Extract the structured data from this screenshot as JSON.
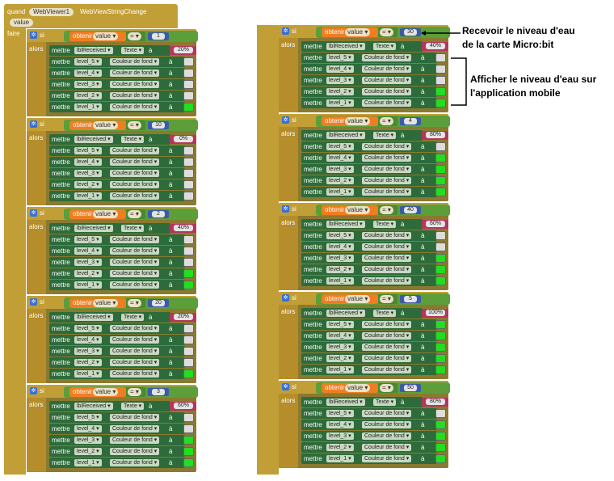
{
  "event": {
    "when": "quand",
    "component": "WebViewer1",
    "event_name": "WebViewStringChange",
    "param": "value",
    "do": "faire"
  },
  "labels": {
    "if": "si",
    "then": "alors",
    "set": "mettre",
    "get": "obtenir",
    "param": "value",
    "eq": "=",
    "to": "à",
    "text_prop": "Texte",
    "bg_prop": "Couleur de fond",
    "lbl": "lblReceived"
  },
  "levels": [
    "level_5",
    "level_4",
    "level_3",
    "level_2",
    "level_1"
  ],
  "colors": {
    "off": "#dddddd",
    "on": "#22dd22"
  },
  "blocks": [
    {
      "value": "1",
      "text": "20%",
      "leds": [
        0,
        0,
        0,
        0,
        1
      ]
    },
    {
      "value": "10",
      "text": "0%",
      "leds": [
        0,
        0,
        0,
        0,
        0
      ]
    },
    {
      "value": "2",
      "text": "40%",
      "leds": [
        0,
        0,
        0,
        1,
        1
      ]
    },
    {
      "value": "20",
      "text": "20%",
      "leds": [
        0,
        0,
        0,
        0,
        1
      ]
    },
    {
      "value": "3",
      "text": "60%",
      "leds": [
        0,
        0,
        1,
        1,
        1
      ]
    },
    {
      "value": "30",
      "text": "40%",
      "leds": [
        0,
        0,
        0,
        1,
        1
      ]
    },
    {
      "value": "4",
      "text": "80%",
      "leds": [
        0,
        1,
        1,
        1,
        1
      ]
    },
    {
      "value": "40",
      "text": "60%",
      "leds": [
        0,
        0,
        1,
        1,
        1
      ]
    },
    {
      "value": "5",
      "text": "100%",
      "leds": [
        1,
        1,
        1,
        1,
        1
      ]
    },
    {
      "value": "50",
      "text": "80%",
      "leds": [
        0,
        1,
        1,
        1,
        1
      ]
    }
  ],
  "annotations": {
    "top": [
      "Recevoir le niveau d'eau",
      "de la carte Micro:bit"
    ],
    "bottom": [
      "Afficher le niveau d'eau sur",
      "l'application mobile"
    ]
  }
}
